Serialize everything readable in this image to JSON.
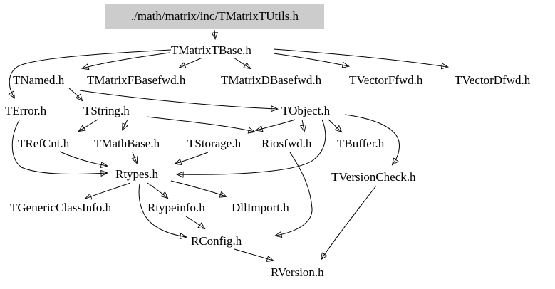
{
  "diagram": {
    "type": "include-dependency-graph",
    "root": "./math/matrix/inc/TMatrixTUtils.h",
    "nodes": [
      {
        "id": "tmatrixtutils",
        "label": "./math/matrix/inc/TMatrixTUtils.h",
        "highlighted": true
      },
      {
        "id": "tmatrixtbase",
        "label": "TMatrixTBase.h"
      },
      {
        "id": "tnamed",
        "label": "TNamed.h"
      },
      {
        "id": "tmatrixfbasefwd",
        "label": "TMatrixFBasefwd.h"
      },
      {
        "id": "tmatrixdbasefwd",
        "label": "TMatrixDBasefwd.h"
      },
      {
        "id": "tvectorffwd",
        "label": "TVectorFfwd.h"
      },
      {
        "id": "tvectordfwd",
        "label": "TVectorDfwd.h"
      },
      {
        "id": "terror",
        "label": "TError.h"
      },
      {
        "id": "tstring",
        "label": "TString.h"
      },
      {
        "id": "tobject",
        "label": "TObject.h"
      },
      {
        "id": "trefcnt",
        "label": "TRefCnt.h"
      },
      {
        "id": "tmathbase",
        "label": "TMathBase.h"
      },
      {
        "id": "tstorage",
        "label": "TStorage.h"
      },
      {
        "id": "riosfwd",
        "label": "Riosfwd.h"
      },
      {
        "id": "tbuffer",
        "label": "TBuffer.h"
      },
      {
        "id": "rtypes",
        "label": "Rtypes.h"
      },
      {
        "id": "tversioncheck",
        "label": "TVersionCheck.h"
      },
      {
        "id": "tgenericclassinfo",
        "label": "TGenericClassInfo.h"
      },
      {
        "id": "rtypeinfo",
        "label": "Rtypeinfo.h"
      },
      {
        "id": "dllimport",
        "label": "DllImport.h"
      },
      {
        "id": "rconfig",
        "label": "RConfig.h"
      },
      {
        "id": "rversion",
        "label": "RVersion.h"
      }
    ],
    "edges": [
      {
        "from": "tmatrixtutils",
        "to": "tmatrixtbase"
      },
      {
        "from": "tmatrixtbase",
        "to": "tnamed"
      },
      {
        "from": "tmatrixtbase",
        "to": "tmatrixfbasefwd"
      },
      {
        "from": "tmatrixtbase",
        "to": "tmatrixdbasefwd"
      },
      {
        "from": "tmatrixtbase",
        "to": "tvectorffwd"
      },
      {
        "from": "tmatrixtbase",
        "to": "tvectordfwd"
      },
      {
        "from": "tmatrixtbase",
        "to": "terror"
      },
      {
        "from": "tnamed",
        "to": "tstring"
      },
      {
        "from": "tnamed",
        "to": "tobject"
      },
      {
        "from": "tstring",
        "to": "trefcnt"
      },
      {
        "from": "tstring",
        "to": "tmathbase"
      },
      {
        "from": "tstring",
        "to": "riosfwd"
      },
      {
        "from": "terror",
        "to": "rtypes"
      },
      {
        "from": "trefcnt",
        "to": "rtypes"
      },
      {
        "from": "tmathbase",
        "to": "rtypes"
      },
      {
        "from": "tstorage",
        "to": "rtypes"
      },
      {
        "from": "tobject",
        "to": "rtypes"
      },
      {
        "from": "tobject",
        "to": "tstorage"
      },
      {
        "from": "tobject",
        "to": "riosfwd"
      },
      {
        "from": "tobject",
        "to": "tbuffer"
      },
      {
        "from": "tobject",
        "to": "tversioncheck"
      },
      {
        "from": "riosfwd",
        "to": "rconfig"
      },
      {
        "from": "rtypes",
        "to": "tgenericclassinfo"
      },
      {
        "from": "rtypes",
        "to": "rtypeinfo"
      },
      {
        "from": "rtypes",
        "to": "dllimport"
      },
      {
        "from": "rtypes",
        "to": "rconfig"
      },
      {
        "from": "rtypeinfo",
        "to": "rconfig"
      },
      {
        "from": "rconfig",
        "to": "rversion"
      },
      {
        "from": "tversioncheck",
        "to": "rversion"
      }
    ]
  },
  "colors": {
    "background": "#ffffff",
    "node_text": "#000000",
    "edge": "#000000",
    "root_node_bg": "#cccccc"
  }
}
